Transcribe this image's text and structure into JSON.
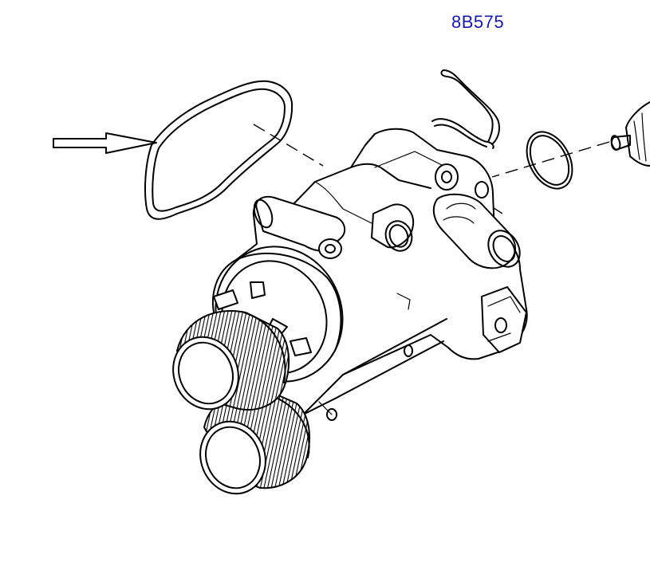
{
  "diagram": {
    "part_code": "8B575",
    "colors": {
      "line": "#000000",
      "part_code": "#1a1aa0",
      "background": "#ffffff"
    },
    "parts": [
      "gasket",
      "indicator-arrow",
      "retaining-clip",
      "o-ring-seal",
      "sensor",
      "thermostat-housing",
      "hose-outlet-upper",
      "hose-outlet-lower"
    ]
  }
}
